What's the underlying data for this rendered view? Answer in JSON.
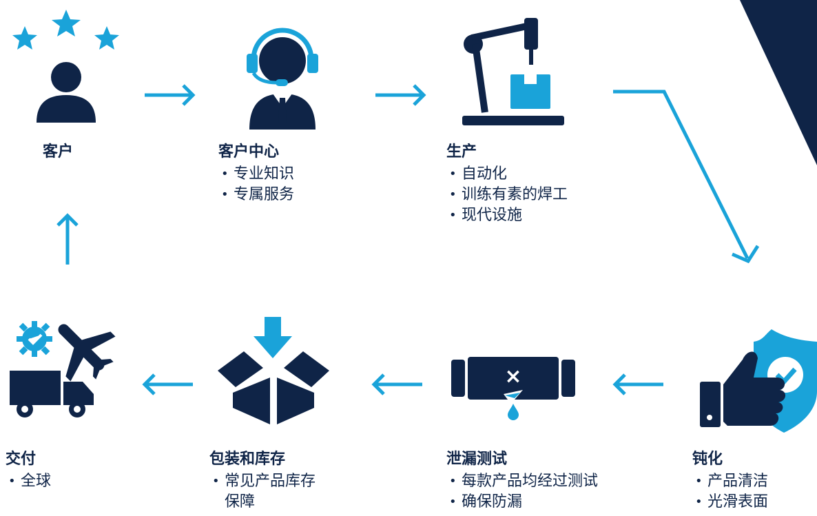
{
  "colors": {
    "navy": "#0f2447",
    "accent": "#1aa3d9"
  },
  "flow": [
    {
      "id": "customer",
      "title": "客户",
      "bullets": [],
      "icon": "customer-stars-icon"
    },
    {
      "id": "customer-center",
      "title": "客户中心",
      "bullets": [
        "专业知识",
        "专属服务"
      ],
      "icon": "headset-agent-icon"
    },
    {
      "id": "production",
      "title": "生产",
      "bullets": [
        "自动化",
        "训练有素的焊工",
        "现代设施"
      ],
      "icon": "robot-arm-icon"
    },
    {
      "id": "passivation",
      "title": "钝化",
      "bullets": [
        "产品清洁",
        "光滑表面"
      ],
      "icon": "thumbs-up-shield-icon"
    },
    {
      "id": "leak-test",
      "title": "泄漏测试",
      "bullets": [
        "每款产品均经过测试",
        "确保防漏"
      ],
      "icon": "pipe-leak-icon"
    },
    {
      "id": "packaging",
      "title": "包装和库存",
      "bullets": [
        "常见产品库存保障"
      ],
      "icon": "box-download-icon"
    },
    {
      "id": "delivery",
      "title": "交付",
      "bullets": [
        "全球"
      ],
      "icon": "truck-plane-icon"
    }
  ]
}
